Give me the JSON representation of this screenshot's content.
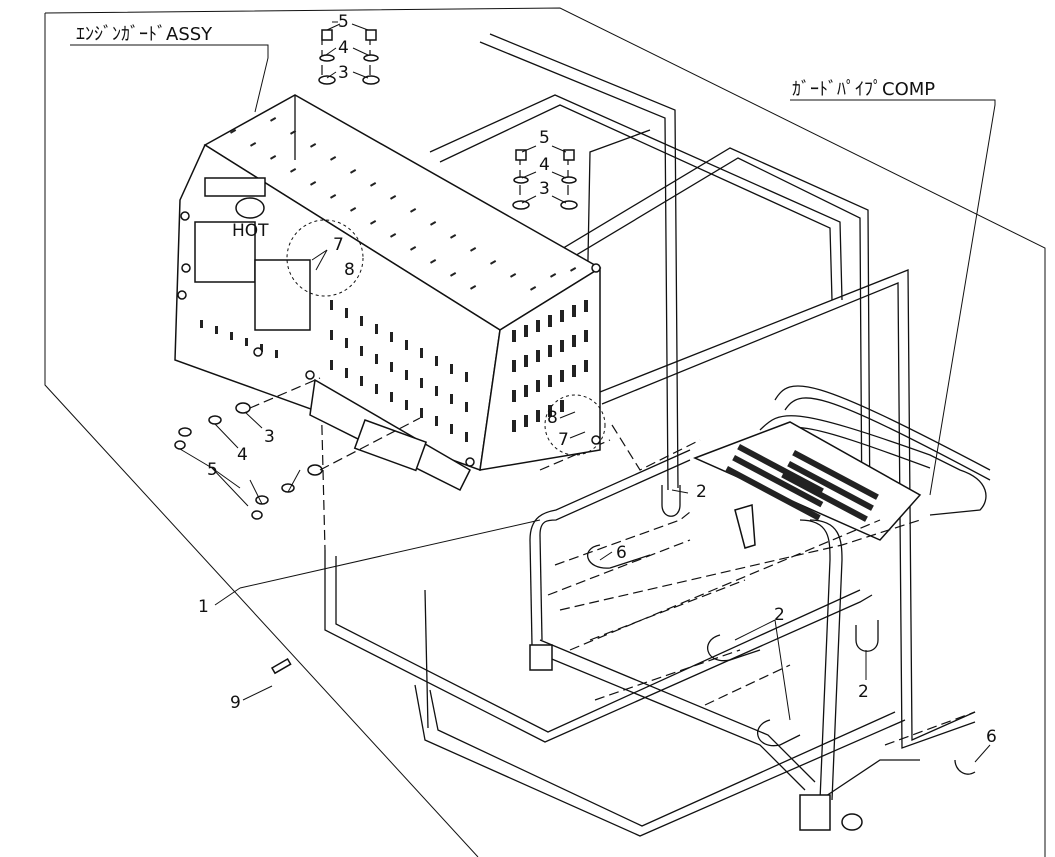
{
  "titles": {
    "engine_guard": "ｴﾝｼﾞﾝｶﾞｰﾄﾞASSY",
    "guard_pipe": "ｶﾞｰﾄﾞﾊﾟｲﾌﾟCOMP"
  },
  "callouts": {
    "p1": "1",
    "p2a": "2",
    "p2b": "2",
    "p2c": "2",
    "p3a": "3",
    "p3b": "3",
    "p3c": "3",
    "p4a": "4",
    "p4b": "4",
    "p4c": "4",
    "p5a": "5",
    "p5b": "5",
    "p5c": "5",
    "p6a": "6",
    "p6b": "6",
    "p7a": "7",
    "p7b": "7",
    "p8a": "8",
    "p8b": "8",
    "p9": "9"
  },
  "decal": {
    "hot": "HOT"
  },
  "colors": {
    "line": "#111111",
    "background": "#ffffff"
  }
}
